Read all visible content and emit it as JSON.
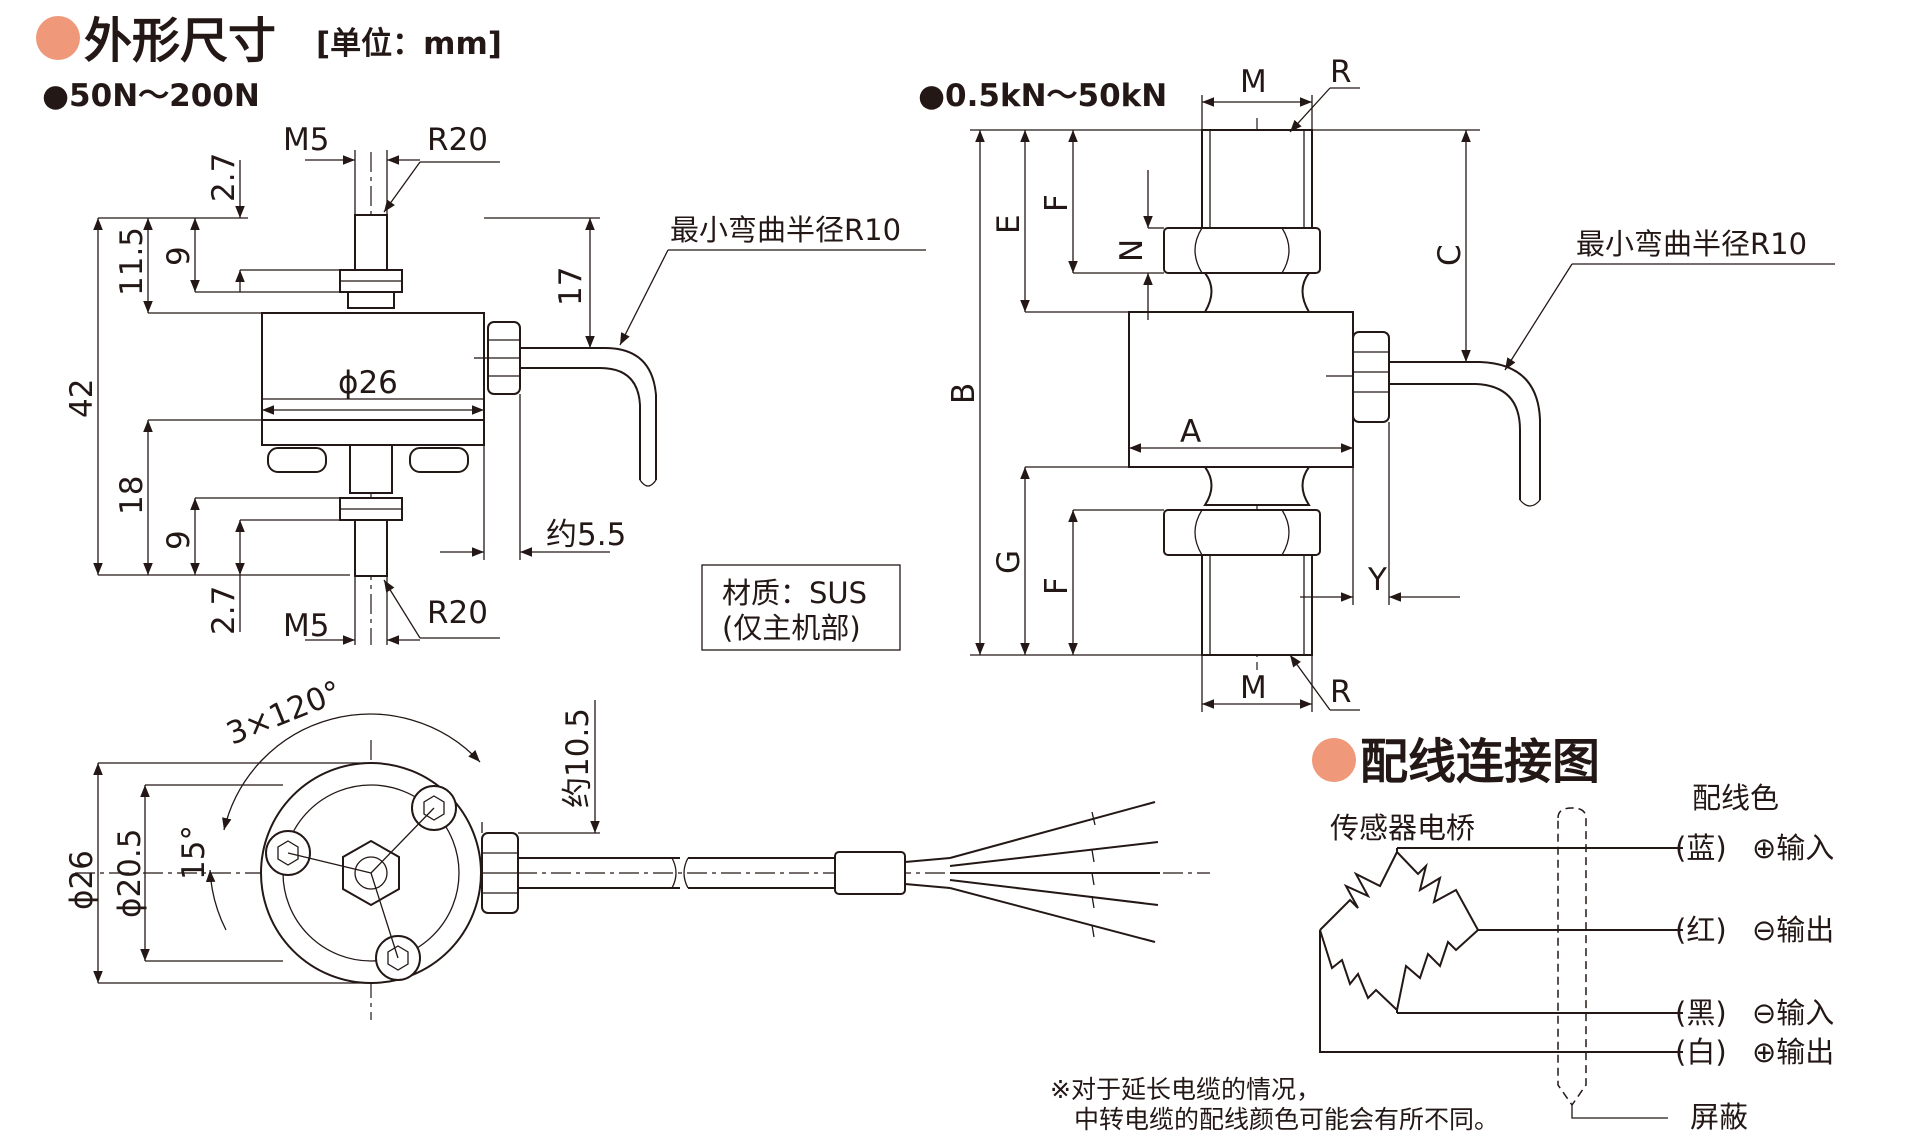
{
  "colors": {
    "accent": "#f0997a",
    "ink": "#231815"
  },
  "header": {
    "title": "外形尺寸",
    "unit": "[单位：mm]"
  },
  "section_small": {
    "title": "●50N～200N",
    "dims": {
      "m5_top": "M5",
      "r20_top": "R20",
      "d2_7_top": "2.7",
      "d11_5": "11.5",
      "d9_top": "9",
      "d42": "42",
      "d17": "17",
      "d26": "ϕ26",
      "d18": "18",
      "d9_bot": "9",
      "d2_7_bot": "2.7",
      "m5_bot": "M5",
      "r20_bot": "R20",
      "approx5_5": "约5.5"
    },
    "bend_label": "最小弯曲半径R10",
    "material_line1": "材质：SUS",
    "material_line2": "(仅主机部)"
  },
  "section_large": {
    "title": "●0.5kN～50kN",
    "dims": {
      "m_top": "M",
      "r_top": "R",
      "e": "E",
      "f_top": "F",
      "n": "N",
      "b": "B",
      "c": "C",
      "a": "A",
      "g": "G",
      "f_bot": "F",
      "y": "Y",
      "m_bot": "M",
      "r_bot": "R"
    },
    "bend_label": "最小弯曲半径R10"
  },
  "bottom_view": {
    "angle": "3×120°",
    "angle15": "15°",
    "d26": "ϕ26",
    "d20_5": "ϕ20.5",
    "approx10_5": "约10.5"
  },
  "wiring": {
    "title": "配线连接图",
    "bridge_label": "传感器电桥",
    "color_header": "配线色",
    "rows": [
      {
        "color": "(蓝)",
        "signal": "⊕输入"
      },
      {
        "color": "(红)",
        "signal": "⊖输出"
      },
      {
        "color": "(黑)",
        "signal": "⊖输入"
      },
      {
        "color": "(白)",
        "signal": "⊕输出"
      }
    ],
    "shield": "屏蔽",
    "note_line1": "※对于延长电缆的情况，",
    "note_line2": "中转电缆的配线颜色可能会有所不同。"
  }
}
